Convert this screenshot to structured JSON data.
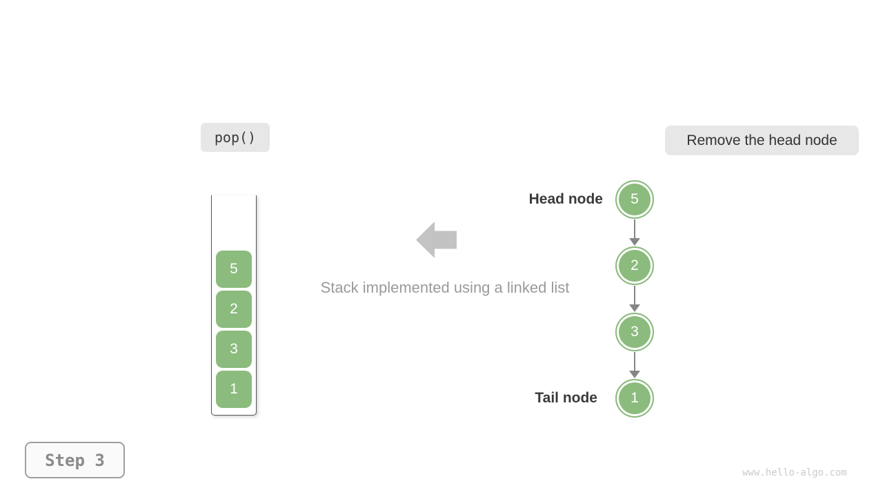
{
  "colors": {
    "node-green": "#8BBB7D",
    "connector-gray": "#858585",
    "block-arrow-gray": "#C3C3C3",
    "label-bg": "#E7E7E7",
    "dark-text": "#3A3A3A",
    "muted-text": "#9A9A9A",
    "step-text": "#8A8A8A",
    "watermark-text": "#CBCBCB",
    "container-border": "#555555"
  },
  "operation_label": {
    "text": "pop()"
  },
  "annotation_label": {
    "text": "Remove the head node"
  },
  "stack": {
    "items": [
      "5",
      "2",
      "3",
      "1"
    ]
  },
  "linked_list": {
    "caption": "Stack implemented using a linked list",
    "head_label": "Head node",
    "tail_label": "Tail node",
    "nodes": [
      "5",
      "2",
      "3",
      "1"
    ]
  },
  "step_indicator": {
    "text": "Step 3"
  },
  "watermark": {
    "text": "www.hello-algo.com"
  }
}
